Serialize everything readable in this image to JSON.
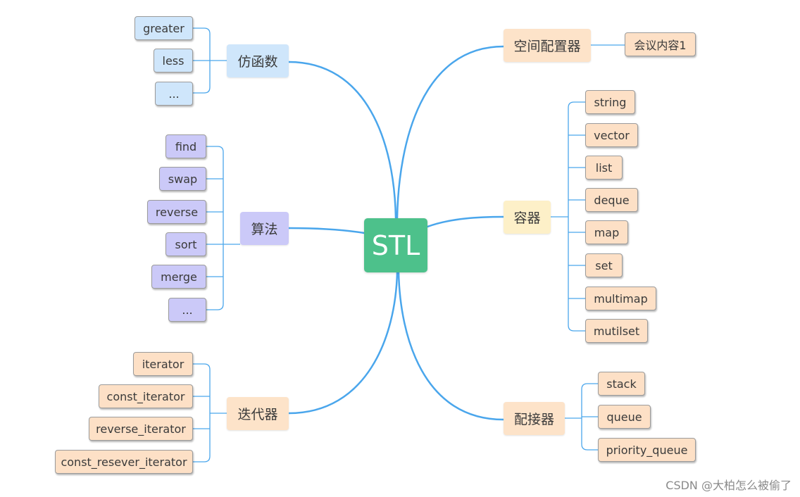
{
  "root": {
    "label": "STL"
  },
  "branches": {
    "functor": {
      "label": "仿函数",
      "children": [
        "greater",
        "less",
        "..."
      ]
    },
    "algorithm": {
      "label": "算法",
      "children": [
        "find",
        "swap",
        "reverse",
        "sort",
        "merge",
        "..."
      ]
    },
    "iterator": {
      "label": "迭代器",
      "children": [
        "iterator",
        "const_iterator",
        "reverse_iterator",
        "const_resever_iterator"
      ]
    },
    "allocator": {
      "label": "空间配置器",
      "children": [
        "会议内容1"
      ]
    },
    "container": {
      "label": "容器",
      "children": [
        "string",
        "vector",
        "list",
        "deque",
        "map",
        "set",
        "multimap",
        "mutilset"
      ]
    },
    "adapter": {
      "label": "配接器",
      "children": [
        "stack",
        "queue",
        "priority_queue"
      ]
    }
  },
  "colors": {
    "root": "#4dc18b",
    "connector": "#4aa6ec",
    "functor_fill": "#cfe6fb",
    "algorithm_fill": "#cbc9f8",
    "peach_fill": "#fde0c6",
    "container_fill": "#fdf0c8"
  },
  "watermark": "CSDN @大柏怎么被偷了"
}
